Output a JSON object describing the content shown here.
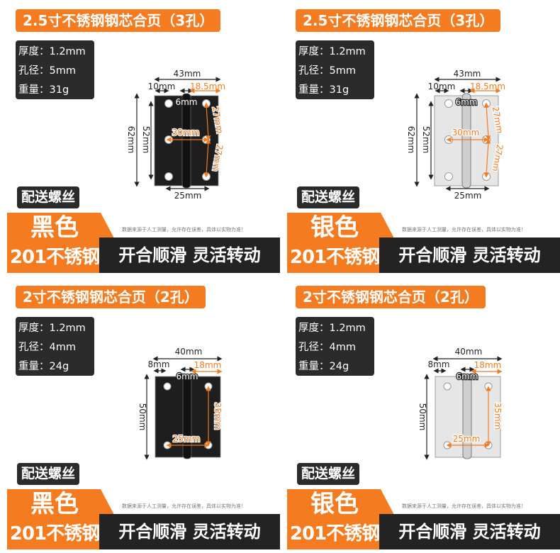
{
  "accent": "#f47b20",
  "dark": "#2b2b2b",
  "panels": [
    {
      "variant": "3hole",
      "finish": "black",
      "title": "2.5寸不锈钢钢芯合页（3孔）",
      "specs": [
        "厚度：1.2mm",
        "孔径：5mm",
        "重量：31g"
      ],
      "screws": "配送螺丝",
      "color": "黑色",
      "material": "201不锈钢",
      "disclaimer": "数据来源于人工测量，允许存在误差，具体以实物为准！",
      "slogan": "开合顺滑  灵活转动",
      "dims": {
        "width": "43mm",
        "edge": "10mm",
        "half": "18.5mm",
        "knuckle": "6mm",
        "height": "62mm",
        "inner": "52mm",
        "span": "30mm",
        "pitch1": "27mm",
        "pitch2": "27mm",
        "bottom": "25mm"
      }
    },
    {
      "variant": "3hole",
      "finish": "silver",
      "title": "2.5寸不锈钢钢芯合页（3孔）",
      "specs": [
        "厚度：1.2mm",
        "孔径：5mm",
        "重量：31g"
      ],
      "screws": "配送螺丝",
      "color": "银色",
      "material": "201不锈钢",
      "disclaimer": "数据来源于人工测量，允许存在误差，具体以实物为准！",
      "slogan": "开合顺滑  灵活转动",
      "dims": {
        "width": "43mm",
        "edge": "10mm",
        "half": "18.5mm",
        "knuckle": "6mm",
        "height": "62mm",
        "inner": "52mm",
        "span": "30mm",
        "pitch1": "27mm",
        "pitch2": "27mm",
        "bottom": "25mm"
      }
    },
    {
      "variant": "2hole",
      "finish": "black",
      "title": "2寸不锈钢钢芯合页（2孔）",
      "specs": [
        "厚度：1.2mm",
        "孔径：4mm",
        "重量：24g"
      ],
      "screws": "配送螺丝",
      "color": "黑色",
      "material": "201不锈钢",
      "disclaimer": "数据来源于人工测量，允许存在误差，具体以实物为准！",
      "slogan": "开合顺滑  灵活转动",
      "dims": {
        "width": "40mm",
        "edge": "8mm",
        "half": "18mm",
        "knuckle": "6mm",
        "height": "50mm",
        "pitch": "35mm",
        "span": "25mm"
      }
    },
    {
      "variant": "2hole",
      "finish": "silver",
      "title": "2寸不锈钢钢芯合页（2孔）",
      "specs": [
        "厚度：1.2mm",
        "孔径：4mm",
        "重量：24g"
      ],
      "screws": "配送螺丝",
      "color": "银色",
      "material": "201不锈钢",
      "disclaimer": "数据来源于人工测量，允许存在误差，具体以实物为准！",
      "slogan": "开合顺滑  灵活转动",
      "dims": {
        "width": "40mm",
        "edge": "8mm",
        "half": "18mm",
        "knuckle": "6mm",
        "height": "50mm",
        "pitch": "35mm",
        "span": "25mm"
      }
    }
  ]
}
